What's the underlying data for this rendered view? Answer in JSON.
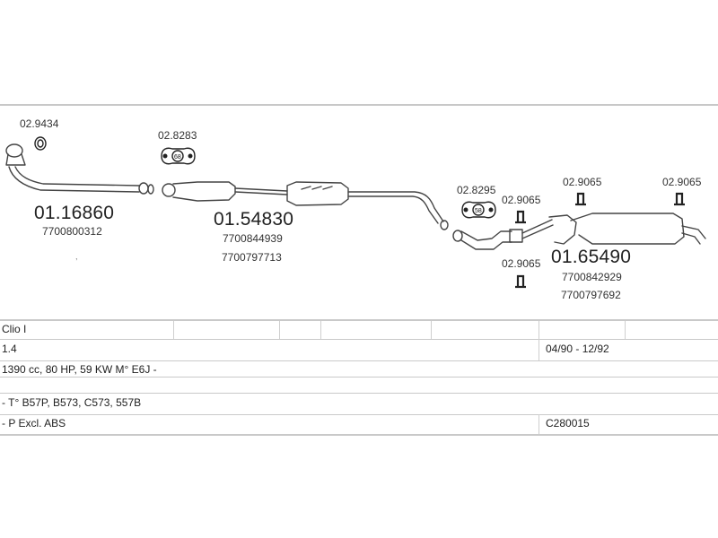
{
  "clamps": {
    "c1": "02.9434",
    "c2": "02.8283",
    "c3": "02.8295",
    "c4": "02.9065",
    "c5": "02.9065",
    "c6": "02.9065",
    "c7": "02.9065"
  },
  "parts": {
    "p1": {
      "code": "01.16860",
      "oem1": "7700800312"
    },
    "p2": {
      "code": "01.54830",
      "oem1": "7700844939",
      "oem2": "7700797713"
    },
    "p3": {
      "code": "01.65490",
      "oem1": "7700842929",
      "oem2": "7700797692"
    }
  },
  "table": {
    "model": "Clio I",
    "engine": "1.4",
    "years": "04/90 - 12/92",
    "spec": "1390 cc, 80 HP, 59 KW M° E6J -",
    "types": "- T° B57P, B573, C573, 557B",
    "note": "- P Excl. ABS",
    "ref": "C280015"
  }
}
